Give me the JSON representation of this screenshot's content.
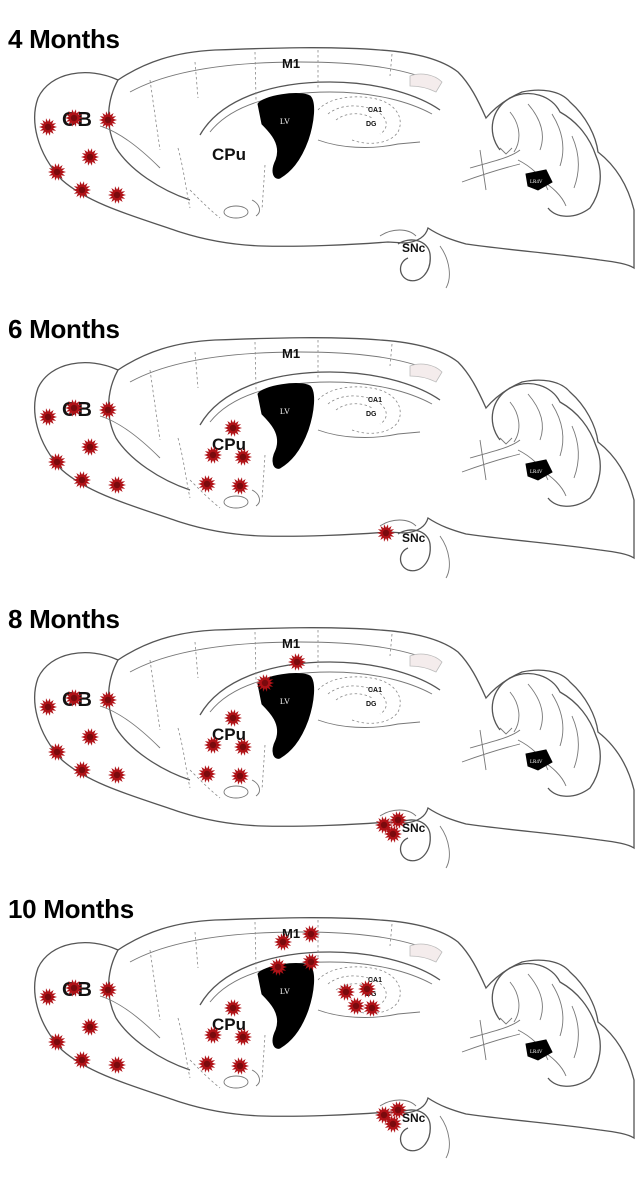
{
  "panels": [
    {
      "title": "4 Months",
      "regions": [
        "OB",
        "CPu",
        "M1",
        "SNc"
      ],
      "markers": {
        "OB": 7,
        "CPu": 0,
        "M1": 0,
        "CA1": 0,
        "SNc": 0
      }
    },
    {
      "title": "6 Months",
      "regions": [
        "OB",
        "CPu",
        "M1",
        "SNc"
      ],
      "markers": {
        "OB": 7,
        "CPu": 5,
        "M1": 0,
        "CA1": 0,
        "SNc": 1
      }
    },
    {
      "title": "8 Months",
      "regions": [
        "OB",
        "CPu",
        "M1",
        "SNc"
      ],
      "markers": {
        "OB": 7,
        "CPu": 5,
        "M1": 2,
        "CA1": 0,
        "SNc": 3
      }
    },
    {
      "title": "10 Months",
      "regions": [
        "OB",
        "CPu",
        "M1",
        "SNc"
      ],
      "markers": {
        "OB": 7,
        "CPu": 5,
        "M1": 4,
        "CA1": 4,
        "SNc": 3
      }
    }
  ],
  "labels": {
    "ca1": "CA1",
    "dg": "DG",
    "lv": "LV",
    "lr4v": "LR4V"
  },
  "colors": {
    "marker": "#b01217",
    "ventricle": "#000000",
    "outline": "#555555"
  }
}
